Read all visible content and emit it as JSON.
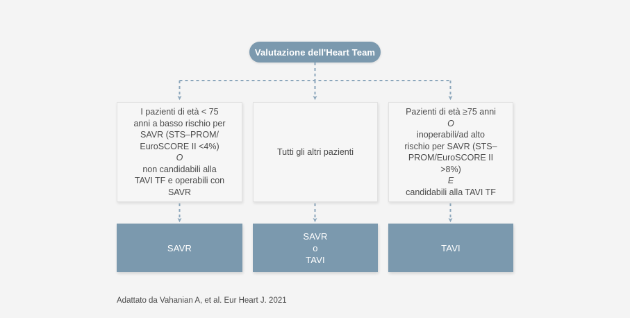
{
  "diagram": {
    "title_pill": {
      "label": "Valutazione dell'Heart Team"
    },
    "criteria_boxes": [
      {
        "name": "low-risk-savr-criteria",
        "lines": [
          {
            "text": "I pazienti di età < 75",
            "style": "normal"
          },
          {
            "text": "anni a basso rischio per",
            "style": "normal"
          },
          {
            "text": "SAVR (STS–PROM/",
            "style": "normal"
          },
          {
            "text": "EuroSCORE II <4%)",
            "style": "normal"
          },
          {
            "text": "O",
            "style": "italic"
          },
          {
            "text": "non candidabili alla",
            "style": "normal"
          },
          {
            "text": "TAVI TF e operabili con",
            "style": "normal"
          },
          {
            "text": "SAVR",
            "style": "normal"
          }
        ]
      },
      {
        "name": "all-other-patients-criteria",
        "lines": [
          {
            "text": "Tutti gli altri pazienti",
            "style": "normal"
          }
        ]
      },
      {
        "name": "high-risk-tavi-criteria",
        "lines": [
          {
            "text": "Pazienti di età ≥75 anni",
            "style": "normal"
          },
          {
            "text": "O",
            "style": "italic"
          },
          {
            "text": "inoperabili/ad alto",
            "style": "normal"
          },
          {
            "text": "rischio per SAVR (STS–",
            "style": "normal"
          },
          {
            "text": "PROM/EuroSCORE II",
            "style": "normal"
          },
          {
            "text": ">8%)",
            "style": "normal"
          },
          {
            "text": "E",
            "style": "italic"
          },
          {
            "text": "candidabili alla TAVI TF",
            "style": "normal"
          }
        ]
      }
    ],
    "outcome_boxes": [
      {
        "name": "outcome-savr",
        "lines": [
          "SAVR"
        ]
      },
      {
        "name": "outcome-savr-or-tavi",
        "lines": [
          "SAVR",
          "o",
          "TAVI"
        ]
      },
      {
        "name": "outcome-tavi",
        "lines": [
          "TAVI"
        ]
      }
    ],
    "caption": "Adattato da Vahanian A, et al. Eur Heart J. 2021",
    "colors": {
      "background": "#f4f4f4",
      "accent_blue": "#7b99ae",
      "connector": "#8ba6bb",
      "box_fill": "#f6f6f6",
      "box_border": "#e2e2e2",
      "body_text": "#4a4a4a",
      "inverse_text": "#ffffff"
    }
  }
}
